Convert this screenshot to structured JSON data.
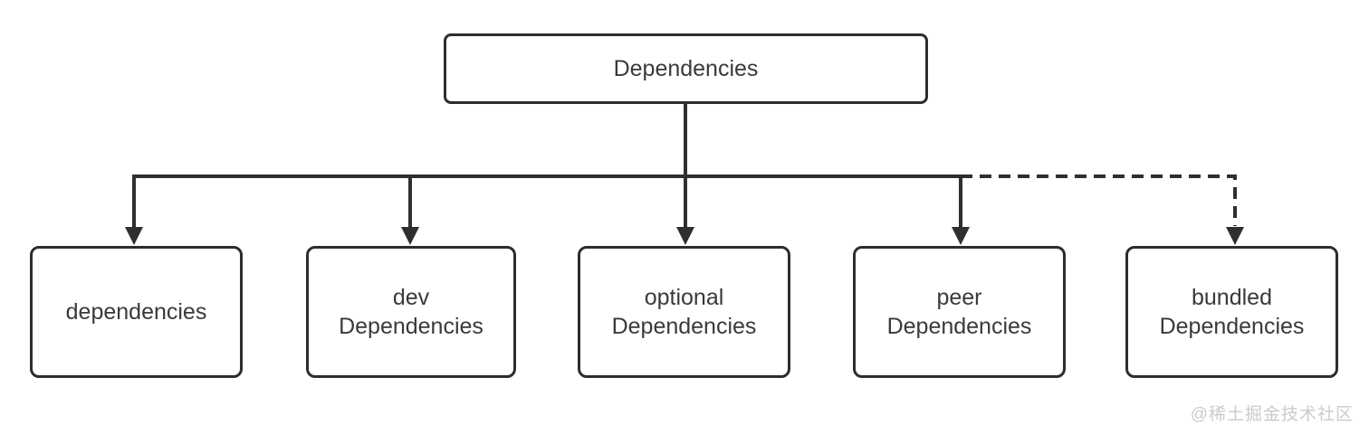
{
  "diagram": {
    "type": "tree-flowchart",
    "root": {
      "label": "Dependencies"
    },
    "children": [
      {
        "label": "dependencies",
        "link_style": "solid"
      },
      {
        "label": "dev\nDependencies",
        "link_style": "solid"
      },
      {
        "label": "optional\nDependencies",
        "link_style": "solid"
      },
      {
        "label": "peer\nDependencies",
        "link_style": "solid"
      },
      {
        "label": "bundled\nDependencies",
        "link_style": "dashed"
      }
    ],
    "colors": {
      "line": "#2f2f2f",
      "box_border": "#2d2d2d",
      "box_fill": "#ffffff",
      "text": "#3a3a3a",
      "watermark": "#cbcbcb",
      "background": "#ffffff"
    },
    "watermark": "@稀土掘金技术社区"
  }
}
